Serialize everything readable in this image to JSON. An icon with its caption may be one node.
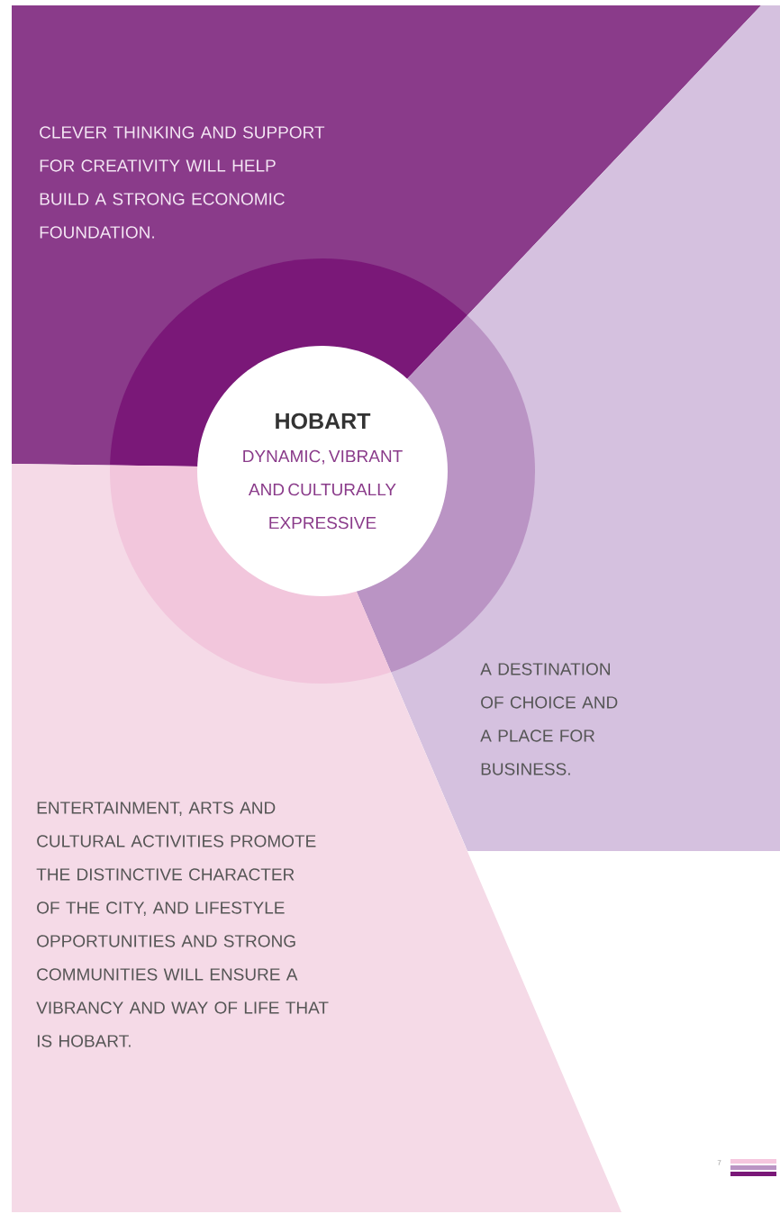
{
  "diagram": {
    "nodes": [
      {
        "text": [
          "CLEVER THINKING AND SUPPORT FOR CREATIVITY WILL HELP BUILD A STRONG ECONOMIC FOUNDATION."
        ]
      },
      {
        "text": [
          "A DESTINATION OF CHOICE AND A PLACE FOR BUSINESS."
        ]
      },
      {
        "text": [
          "ENTERTAINMENT, ARTS AND CULTURAL ACTIVITIES PROMOTE THE DISTINCTIVE CHARACTER OF THE CITY, AND LIFESTYLE OPPORTUNITIES AND STRONG COMMUNITIES WILL ENSURE A VIBRANCY AND WAY OF LIFE THAT IS HOBART."
        ]
      },
      {
        "text": [
          "HOBART",
          "DYNAMIC, VIBRANT AND CULTURALLY EXPRESSIVE"
        ]
      }
    ],
    "edges": [],
    "labels": [
      "7"
    ]
  }
}
